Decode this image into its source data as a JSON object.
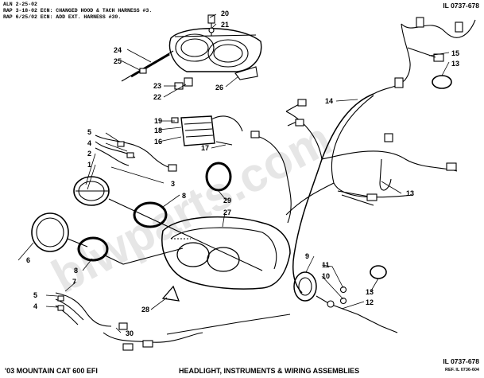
{
  "header": {
    "line1": "ALN 2-25-02",
    "line2": "RAP 3-18-02 ECN: CHANGED HOOD & TACH HARNESS #3.",
    "line3": "RAP 6/25/02 ECN: ADD EXT. HARNESS #30."
  },
  "ref_top": "IL 0737-678",
  "ref_bottom": "IL 0737-678",
  "ref_sub": "REF. IL 0736-604",
  "model": "'03 MOUNTAIN CAT 600 EFI",
  "title": "HEADLIGHT, INSTRUMENTS & WIRING ASSEMBLIES",
  "watermark": "blwparts.com",
  "callouts": {
    "c20": "20",
    "c21": "21",
    "c24": "24",
    "c25": "25",
    "c23": "23",
    "c22": "22",
    "c26": "26",
    "c15": "15",
    "c13a": "13",
    "c14": "14",
    "c19": "19",
    "c18": "18",
    "c16": "16",
    "c17": "17",
    "c5a": "5",
    "c4a": "4",
    "c2": "2",
    "c1": "1",
    "c3": "3",
    "c8a": "8",
    "c13b": "13",
    "c29": "29",
    "c27": "27",
    "c6": "6",
    "c8b": "8",
    "c9": "9",
    "c11": "11",
    "c10": "10",
    "c13c": "13",
    "c12": "12",
    "c7": "7",
    "c5b": "5",
    "c4b": "4",
    "c28": "28",
    "c30": "30"
  }
}
